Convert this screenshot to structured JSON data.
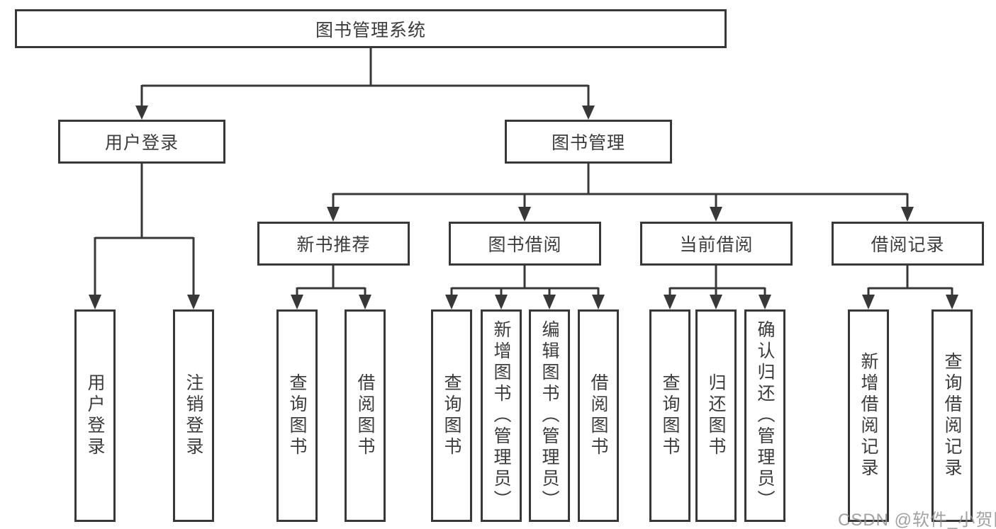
{
  "watermark": {
    "text": "CSDN @软件_小贺同学"
  },
  "colors": {
    "line": "#383838",
    "text": "#3c3c3c",
    "background": "#ffffff",
    "watermark": "#919191"
  },
  "tree": {
    "root": {
      "label": "图书管理系统"
    },
    "login": {
      "label": "用户登录",
      "children": [
        {
          "label": "用户登录"
        },
        {
          "label": "注销登录"
        }
      ]
    },
    "management": {
      "label": "图书管理",
      "children": [
        {
          "label": "新书推荐",
          "children": [
            {
              "label": "查询图书"
            },
            {
              "label": "借阅图书"
            }
          ]
        },
        {
          "label": "图书借阅",
          "children": [
            {
              "label": "查询图书"
            },
            {
              "label": "新增图书（管理员）"
            },
            {
              "label": "编辑图书（管理员）"
            },
            {
              "label": "借阅图书"
            }
          ]
        },
        {
          "label": "当前借阅",
          "children": [
            {
              "label": "查询图书"
            },
            {
              "label": "归还图书"
            },
            {
              "label": "确认归还（管理员）"
            }
          ]
        },
        {
          "label": "借阅记录",
          "children": [
            {
              "label": "新增借阅记录"
            },
            {
              "label": "查询借阅记录"
            }
          ]
        }
      ]
    }
  }
}
